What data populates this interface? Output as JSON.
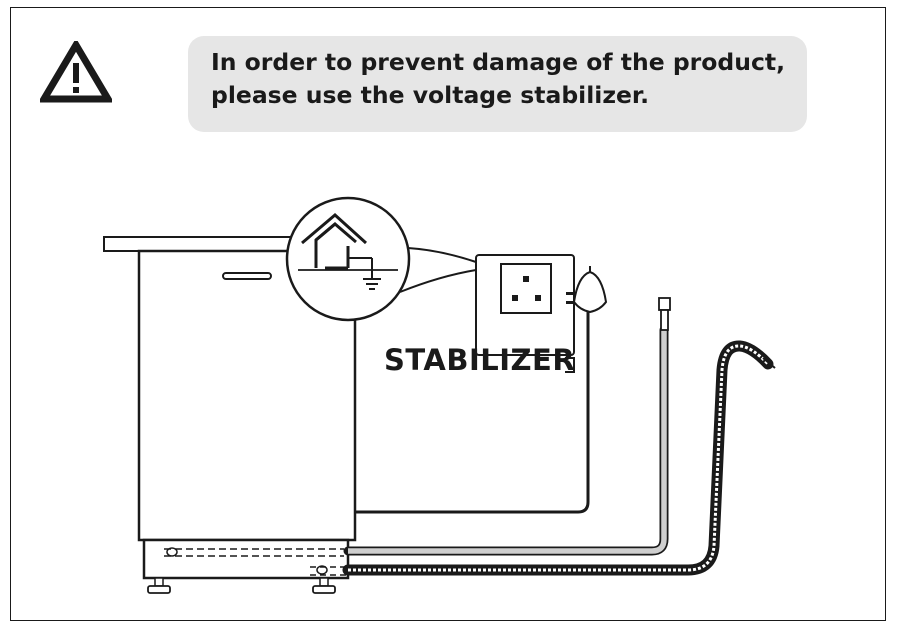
{
  "notice": {
    "line1": "In order to prevent damage of the product,",
    "line2": "please use the voltage stabilizer."
  },
  "stabilizer_label": "STABILIZER",
  "icons": {
    "warning": "warning-triangle-icon",
    "ground": "house-ground-icon",
    "socket": "wall-socket-icon",
    "plug": "power-plug-icon"
  },
  "colors": {
    "line": "#1a1a1a",
    "note_bg": "#e6e6e6",
    "hose_fill": "#cfcfcf"
  }
}
